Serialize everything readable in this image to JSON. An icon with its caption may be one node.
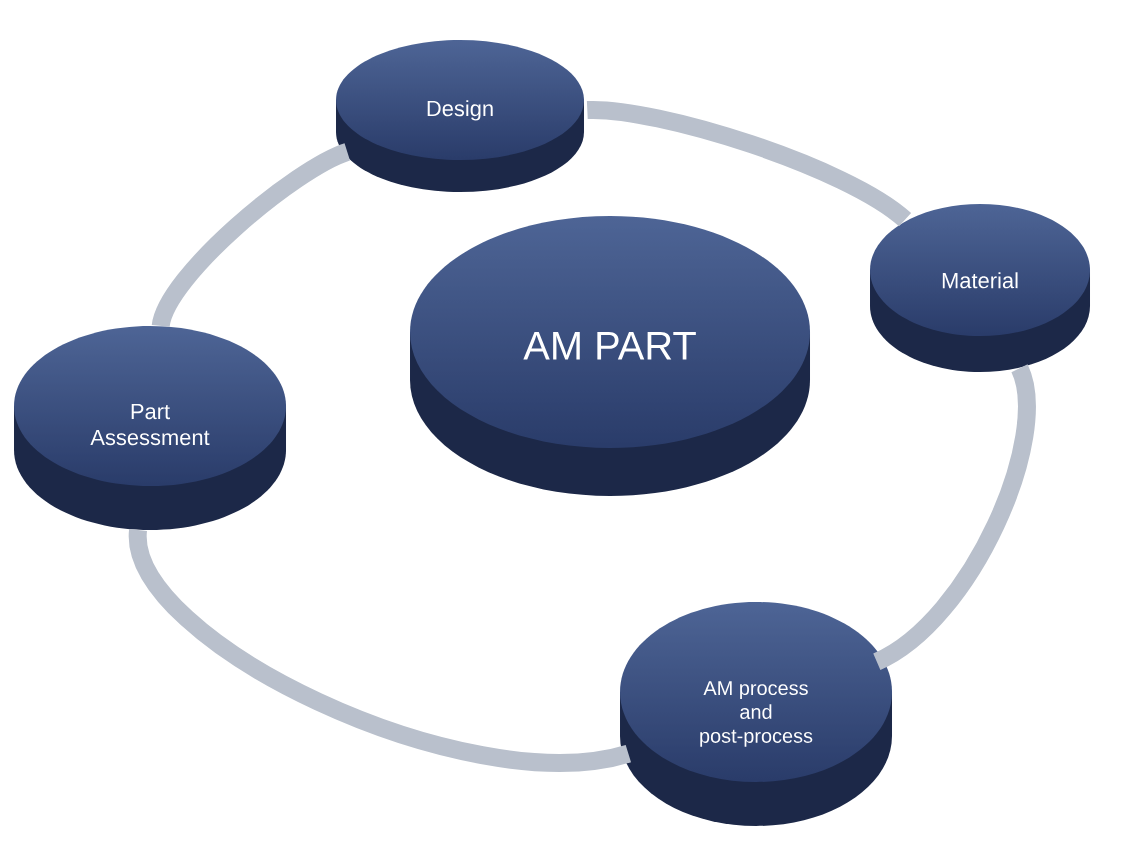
{
  "diagram": {
    "nodes": [
      {
        "text": [
          "Design"
        ]
      },
      {
        "text": [
          "Material"
        ]
      },
      {
        "text": [
          "AM PART"
        ]
      },
      {
        "text": [
          "Part Assessment"
        ]
      },
      {
        "text": [
          "AM process and post-process"
        ]
      }
    ],
    "edges": [
      {
        "from": 0,
        "to": 1,
        "arrow": "none"
      },
      {
        "from": 1,
        "to": 4,
        "arrow": "none"
      },
      {
        "from": 4,
        "to": 3,
        "arrow": "none"
      },
      {
        "from": 3,
        "to": 0,
        "arrow": "none"
      }
    ]
  }
}
